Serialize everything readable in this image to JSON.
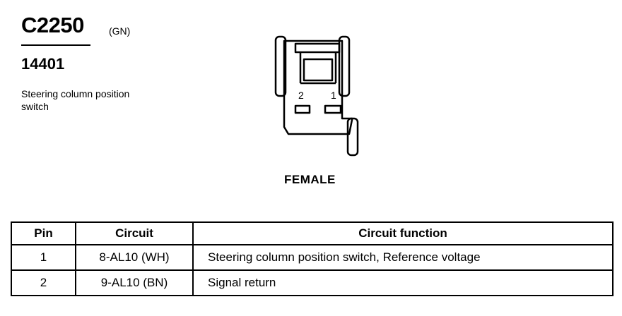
{
  "connector": {
    "id": "C2250",
    "color_code": "(GN)",
    "part_number": "14401",
    "description": "Steering column position switch",
    "view": "FEMALE",
    "cavity_labels": [
      "2",
      "1"
    ]
  },
  "pin_table": {
    "headers": [
      "Pin",
      "Circuit",
      "Circuit function"
    ],
    "rows": [
      {
        "pin": "1",
        "circuit": "8-AL10 (WH)",
        "function": "Steering column position switch, Reference voltage"
      },
      {
        "pin": "2",
        "circuit": "9-AL10 (BN)",
        "function": "Signal return"
      }
    ]
  }
}
